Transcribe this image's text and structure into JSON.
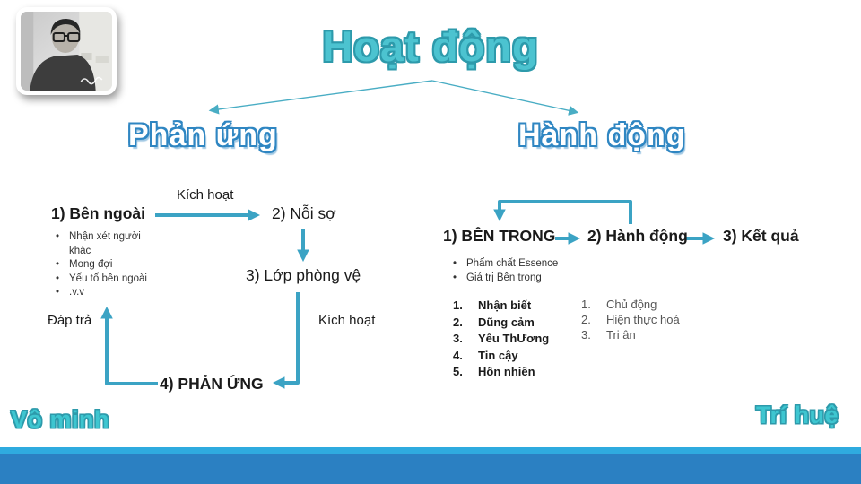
{
  "title": "Hoạt động",
  "branches": {
    "left": "Phản ứng",
    "right": "Hành động"
  },
  "left_flow": {
    "node1": "1) Bên ngoài",
    "node1_bullets": [
      "Nhận xét người khác",
      "Mong đợi",
      "Yếu tố bên ngoài",
      ".v.v"
    ],
    "arrow_1_2_label": "Kích hoạt",
    "node2": "2) Nỗi sợ",
    "node3": "3) Lớp phòng vệ",
    "arrow_3_4_label": "Kích hoạt",
    "node4": "4) PHẢN ỨNG",
    "arrow_4_1_label": "Đáp trả"
  },
  "right_flow": {
    "node1": "1) BÊN TRONG",
    "node1_bullets": [
      "Phẩm chất Essence",
      "Giá trị Bên trong"
    ],
    "node2": "2) Hành động",
    "node3": "3) Kết quả",
    "qualities": [
      "Nhận biết",
      "Dũng cảm",
      "Yêu ThƯơng",
      "Tin cậy",
      "Hồn nhiên"
    ],
    "actions": [
      "Chủ động",
      "Hiện thực hoá",
      "Tri ân"
    ]
  },
  "footer": {
    "bottom_left": "Vô minh",
    "bottom_right": "Trí huệ"
  },
  "colors": {
    "title_fill": "#4cc3d0",
    "title_outline": "#2d9aab",
    "branch_outline": "#2f86c2",
    "arrow": "#3ba3c4",
    "bar_light": "#2fabdf",
    "bar_dark": "#2b80c2"
  }
}
